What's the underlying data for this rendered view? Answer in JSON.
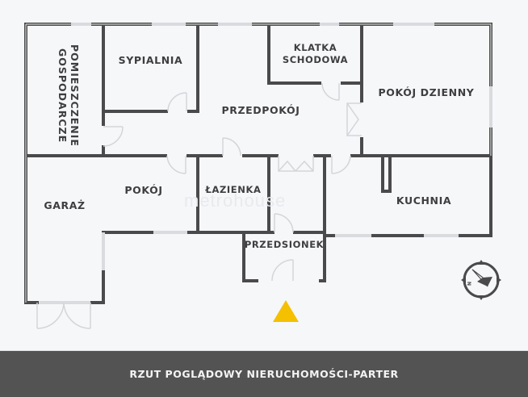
{
  "plan": {
    "rooms": [
      {
        "id": "pomieszczenie-gospodarcze",
        "label_line1": "POMIESZCZENIE",
        "label_line2": "GOSPODARCZE"
      },
      {
        "id": "sypialnia",
        "label": "SYPIALNIA"
      },
      {
        "id": "przedpokoj",
        "label": "PRZEDPOKÓJ"
      },
      {
        "id": "klatka-schodowa",
        "label_line1": "KLATKA",
        "label_line2": "SCHODOWA"
      },
      {
        "id": "pokoj-dzienny",
        "label": "POKÓJ DZIENNY"
      },
      {
        "id": "garaz",
        "label": "GARAŻ"
      },
      {
        "id": "pokoj",
        "label": "POKÓJ"
      },
      {
        "id": "lazienka",
        "label": "ŁAZIENKA"
      },
      {
        "id": "kuchnia",
        "label": "KUCHNIA"
      },
      {
        "id": "przedsionek",
        "label": "PRZEDSIONEK"
      }
    ],
    "watermark": "metrohouse",
    "entrance_marker_icon": "yellow-triangle",
    "compass_icon": "compass-north",
    "compass_letter": "N"
  },
  "colors": {
    "background": "#f6f7f9",
    "wall": "#4a4a4c",
    "wall_inner": "#ffffff",
    "text": "#3e3e40",
    "entrance_marker": "#f5c000",
    "footer_bg": "#535353",
    "footer_text": "#f4f4f4"
  },
  "footer": {
    "title": "RZUT POGLĄDOWY NIERUCHOMOŚCI-PARTER"
  }
}
